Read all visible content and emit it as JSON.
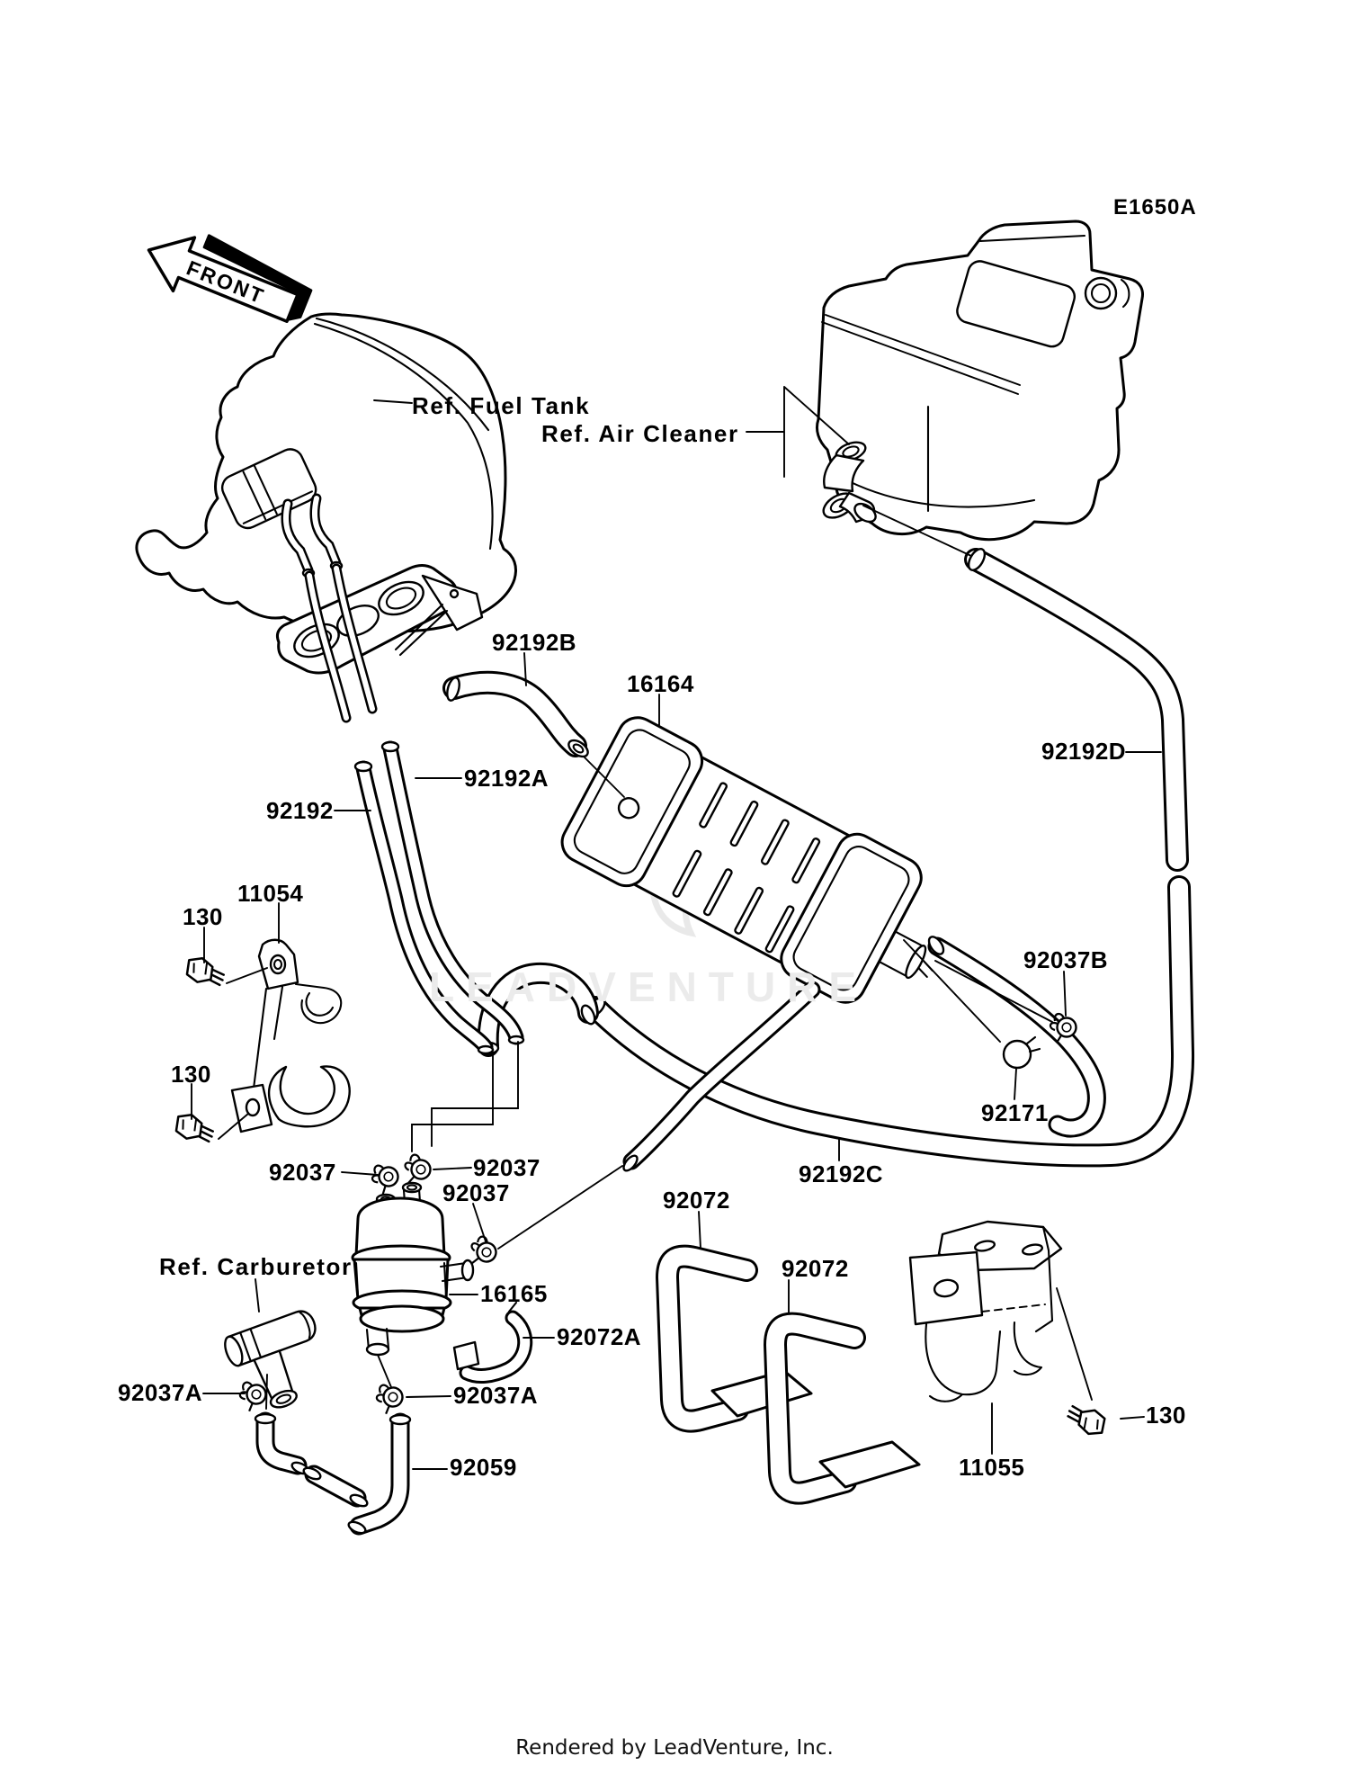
{
  "diagram": {
    "page_code": "E1650A",
    "front_marker": "FRONT",
    "watermark": "LEADVENTURE",
    "references": {
      "fuel_tank": "Ref. Fuel Tank",
      "air_cleaner": "Ref. Air Cleaner",
      "carburetor": "Ref. Carburetor"
    },
    "callouts": {
      "canister": "16164",
      "separator": "16165",
      "bracket_upper": "11054",
      "bracket_lower": "11055",
      "bolt": "130",
      "clamp": "92037",
      "clamp_a": "92037A",
      "clamp_b": "92037B",
      "clamp_ring": "92171",
      "band": "92072",
      "band_a": "92072A",
      "tube": "92192",
      "tube_a": "92192A",
      "tube_b": "92192B",
      "tube_c": "92192C",
      "tube_d": "92192D",
      "hose": "92059"
    },
    "footer": {
      "credit": "Rendered by LeadVenture, Inc."
    }
  }
}
